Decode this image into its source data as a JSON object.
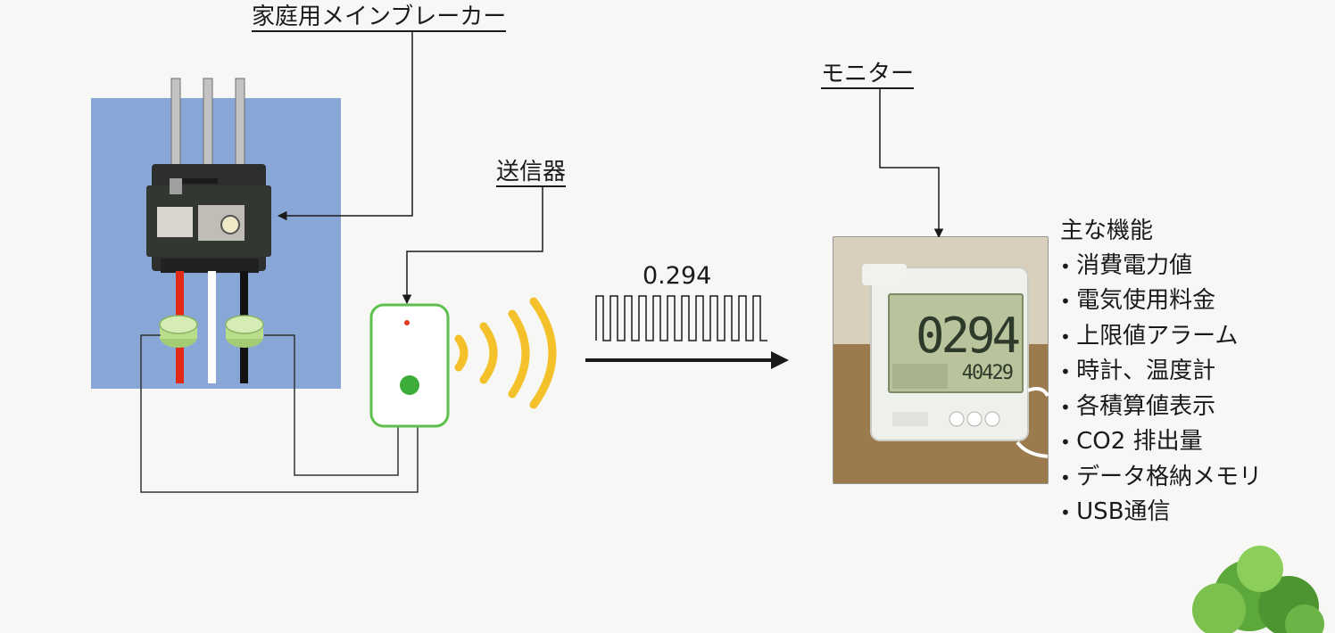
{
  "labels": {
    "breaker": "家庭用メインブレーカー",
    "transmitter": "送信器",
    "monitor": "モニター"
  },
  "signal": {
    "reading": "0.294"
  },
  "monitor_display": {
    "main_value": "0294",
    "secondary_value": "40429"
  },
  "features": {
    "title": "主な機能",
    "items": [
      "消費電力値",
      "電気使用料金",
      "上限値アラーム",
      "時計、温度計",
      "各積算値表示",
      "CO2 排出量",
      "データ格納メモリ",
      "USB通信"
    ]
  },
  "colors": {
    "panel_blue": "#88a7d6",
    "wire_red": "#e02a17",
    "wire_black": "#111111",
    "ct_green": "#b9dd8a",
    "transmitter_border": "#5dbf4c",
    "led_green": "#3fad3a",
    "led_red": "#e63a1e",
    "wave_yellow": "#f4c12a",
    "tree_green": "#5da83a"
  }
}
